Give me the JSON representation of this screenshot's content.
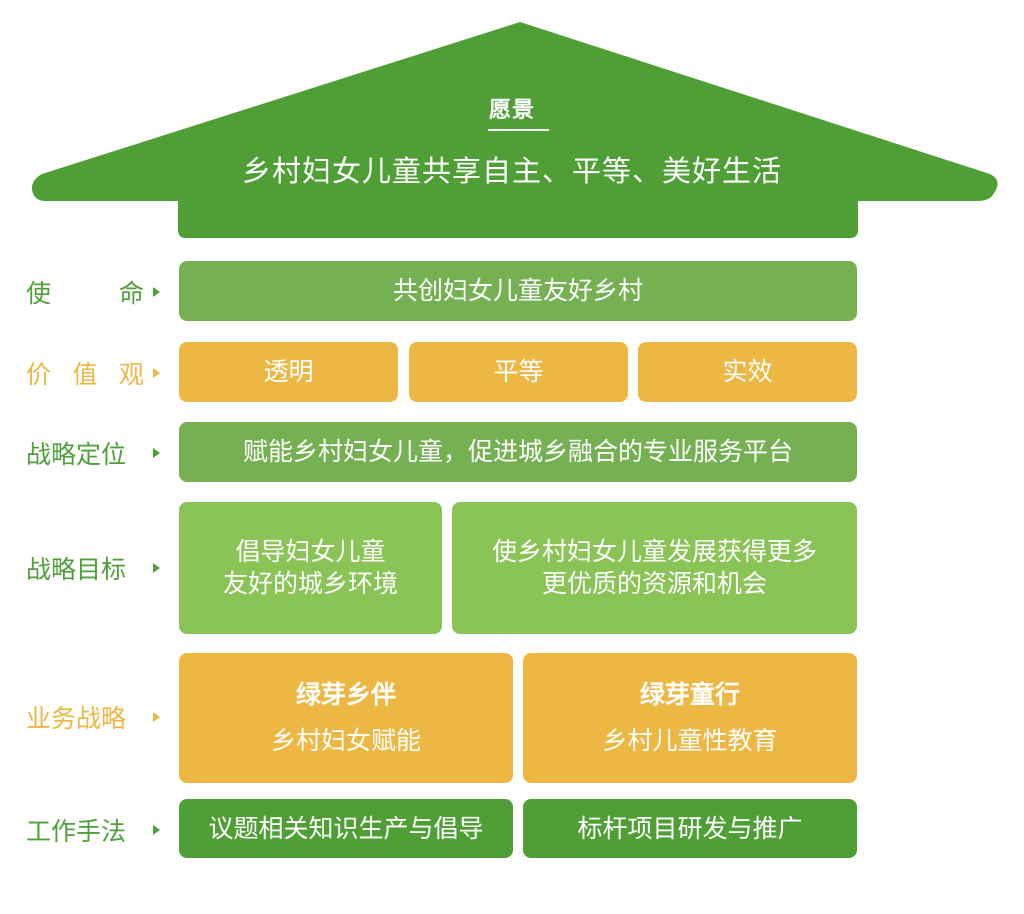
{
  "colors": {
    "roof": "#4f9f36",
    "mission_box": "#75b052",
    "strategy_box": "#8ac356",
    "values_box": "#ecb843",
    "methods_box": "#4f9f36",
    "label_green": "#4ea13a",
    "label_yellow": "#ecb743"
  },
  "vision": {
    "title": "愿景",
    "text": "乡村妇女儿童共享自主、平等、美好生活"
  },
  "rows": {
    "mission": {
      "label": [
        "使",
        "命"
      ],
      "items": [
        "共创妇女儿童友好乡村"
      ]
    },
    "values": {
      "label": [
        "价",
        "值",
        "观"
      ],
      "items": [
        "透明",
        "平等",
        "实效"
      ]
    },
    "positioning": {
      "label": [
        "战略定位"
      ],
      "items": [
        "赋能乡村妇女儿童，促进城乡融合的专业服务平台"
      ]
    },
    "goals": {
      "label": [
        "战略目标"
      ],
      "items": [
        {
          "line1": "倡导妇女儿童",
          "line2": "友好的城乡环境"
        },
        {
          "line1": "使乡村妇女儿童发展获得更多",
          "line2": "更优质的资源和机会"
        }
      ]
    },
    "business": {
      "label": [
        "业务战略"
      ],
      "items": [
        {
          "title": "绿芽乡伴",
          "subtitle": "乡村妇女赋能"
        },
        {
          "title": "绿芽童行",
          "subtitle": "乡村儿童性教育"
        }
      ]
    },
    "methods": {
      "label": [
        "工作手法"
      ],
      "items": [
        "议题相关知识生产与倡导",
        "标杆项目研发与推广"
      ]
    }
  }
}
